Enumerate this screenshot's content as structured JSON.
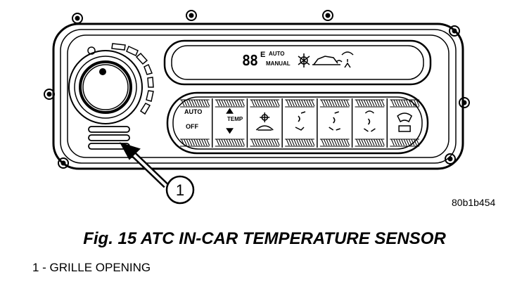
{
  "figure": {
    "callout_number": "1",
    "reference_code": "80b1b454",
    "caption": "Fig. 15 ATC IN-CAR TEMPERATURE SENSOR",
    "legend_item": "1 - GRILLE OPENING"
  },
  "display": {
    "digits": "88",
    "unit_letter": "E",
    "mode_auto": "AUTO",
    "mode_manual": "MANUAL"
  },
  "buttons": [
    {
      "top_label": "AUTO",
      "bottom_label": "OFF",
      "icon": "auto-off-text"
    },
    {
      "top_label": "TEMP",
      "bottom_label": "",
      "icon": "temp-up-down-arrows-icon"
    },
    {
      "top_label": "",
      "bottom_label": "",
      "icon": "ac-recirculation-icon"
    },
    {
      "top_label": "",
      "bottom_label": "",
      "icon": "panel-vent-icon"
    },
    {
      "top_label": "",
      "bottom_label": "",
      "icon": "floor-vent-icon"
    },
    {
      "top_label": "",
      "bottom_label": "",
      "icon": "defrost-floor-icon"
    },
    {
      "top_label": "",
      "bottom_label": "",
      "icon": "windshield-defrost-icon"
    }
  ]
}
